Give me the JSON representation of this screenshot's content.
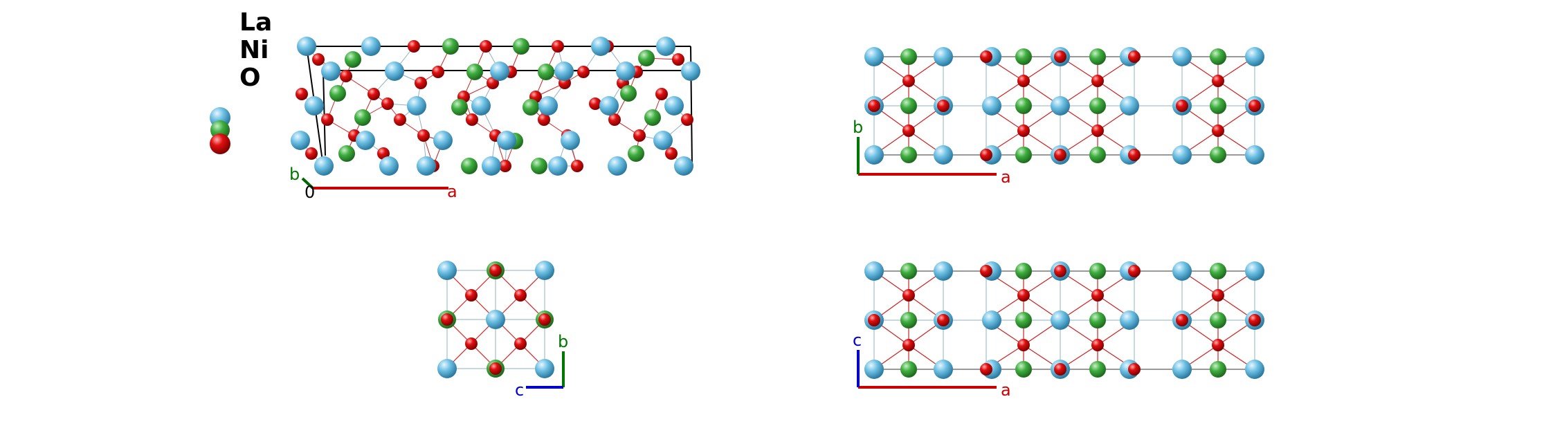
{
  "legend": {
    "elements": [
      {
        "symbol": "La",
        "color": "#6ec1e4"
      },
      {
        "symbol": "Ni",
        "color": "#3fae3f"
      },
      {
        "symbol": "O",
        "color": "#e01010"
      }
    ]
  },
  "colors": {
    "bond_light": "#8fb0c0",
    "bond_red": "#d02020",
    "cell_edge": "#000000",
    "axis_a": "#cc0000",
    "axis_b": "#007700",
    "axis_c": "#0000cc",
    "origin": "#000000"
  },
  "views": [
    {
      "id": "perspective",
      "axes": [
        {
          "label": "a",
          "color_key": "axis_a"
        },
        {
          "label": "b",
          "color_key": "axis_b"
        },
        {
          "label": "0",
          "color_key": "origin"
        }
      ]
    },
    {
      "id": "ab-view",
      "axes": [
        {
          "label": "a",
          "color_key": "axis_a"
        },
        {
          "label": "b",
          "color_key": "axis_b"
        }
      ]
    },
    {
      "id": "cb-view",
      "axes": [
        {
          "label": "b",
          "color_key": "axis_b"
        },
        {
          "label": "c",
          "color_key": "axis_c"
        }
      ]
    },
    {
      "id": "ac-view",
      "axes": [
        {
          "label": "a",
          "color_key": "axis_a"
        },
        {
          "label": "c",
          "color_key": "axis_c"
        }
      ]
    }
  ]
}
